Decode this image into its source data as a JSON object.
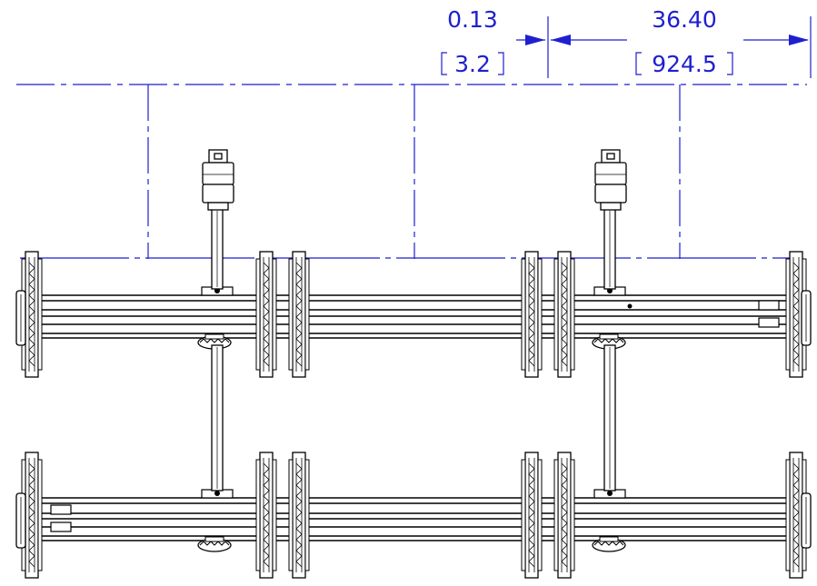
{
  "colors": {
    "dimension": "#1f1fd0",
    "geometry": "#000000",
    "background": "#ffffff"
  },
  "dimensions": {
    "gap": {
      "inches": "0.13",
      "mm": "3.2"
    },
    "overall": {
      "inches": "36.40",
      "mm": "924.5"
    }
  },
  "icons": {
    "arrow": "dimension-arrow-icon",
    "label": "label-plate-icon",
    "hub": "mount-hub-icon"
  }
}
